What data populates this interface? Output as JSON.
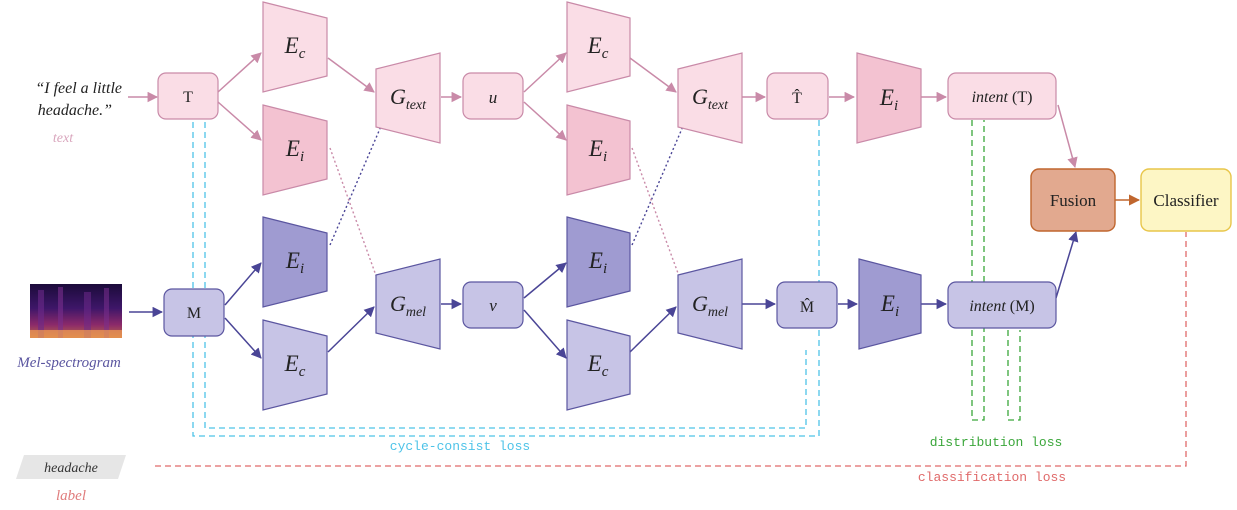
{
  "inputs": {
    "text_quote_line1": "“I feel a little",
    "text_quote_line2": "headache.”",
    "text_caption": "text",
    "mel_caption": "Mel-spectrogram",
    "label_value": "headache",
    "label_caption": "label"
  },
  "nodes": {
    "T": "T",
    "M": "M",
    "u": "u",
    "v": "v",
    "T_hat": "T̂",
    "M_hat": "M̂",
    "intent_T": {
      "word": "intent",
      "arg": "(T)"
    },
    "intent_M": {
      "word": "intent",
      "arg": "(M)"
    },
    "fusion": "Fusion",
    "classifier": "Classifier"
  },
  "encoders": {
    "E": "E",
    "c": "c",
    "i": "i"
  },
  "generators": {
    "G": "G",
    "text": "text",
    "mel": "mel"
  },
  "losses": {
    "cycle": "cycle-consist loss",
    "distribution": "distribution loss",
    "classification": "classification loss"
  },
  "colors": {
    "text_stroke": "#c98aa8",
    "text_fill_light": "#fadde6",
    "text_fill_mid": "#f3c2d1",
    "mel_stroke": "#5b56a0",
    "mel_fill_light": "#c7c4e6",
    "mel_fill_dark": "#9f9bd1",
    "fusion_fill": "#e2a98f",
    "fusion_stroke": "#c0662e",
    "classifier_fill": "#fdf6c5",
    "classifier_stroke": "#e8c64a",
    "cycle_loss": "#4ec3e8",
    "distribution_loss": "#3aa63a",
    "classification_loss": "#e06a6a"
  }
}
